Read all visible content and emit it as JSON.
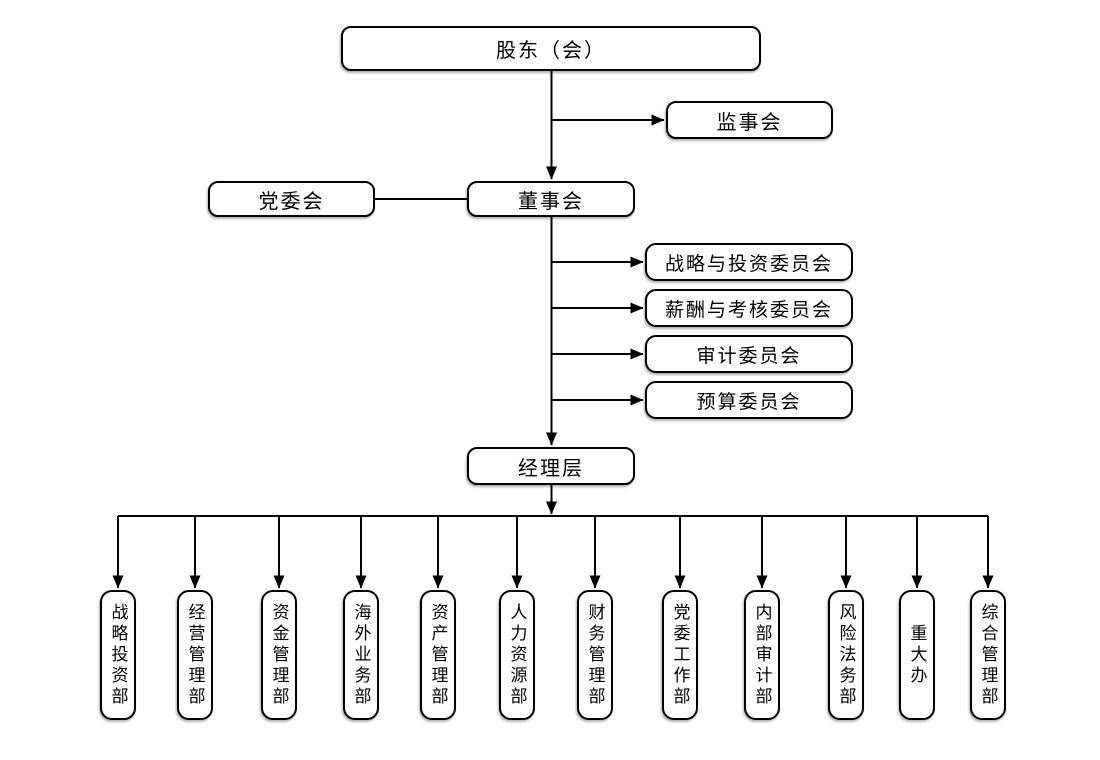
{
  "nodes": {
    "shareholders": {
      "label": "股东（会）"
    },
    "supervisory": {
      "label": "监事会"
    },
    "party_committee": {
      "label": "党委会"
    },
    "board": {
      "label": "董事会"
    },
    "management": {
      "label": "经理层"
    },
    "committees": [
      {
        "label": "战略与投资委员会"
      },
      {
        "label": "薪酬与考核委员会"
      },
      {
        "label": "审计委员会"
      },
      {
        "label": "预算委员会"
      }
    ],
    "departments": [
      {
        "label": "战略投资部"
      },
      {
        "label": "经营管理部"
      },
      {
        "label": "资金管理部"
      },
      {
        "label": "海外业务部"
      },
      {
        "label": "资产管理部"
      },
      {
        "label": "人力资源部"
      },
      {
        "label": "财务管理部"
      },
      {
        "label": "党委工作部"
      },
      {
        "label": "内部审计部"
      },
      {
        "label": "风险法务部"
      },
      {
        "label": "重大办"
      },
      {
        "label": "综合管理部"
      }
    ]
  },
  "colors": {
    "background": "#ffffff",
    "box_fill": "#ffffff",
    "box_border": "#000000",
    "line": "#000000",
    "text": "#000000"
  }
}
